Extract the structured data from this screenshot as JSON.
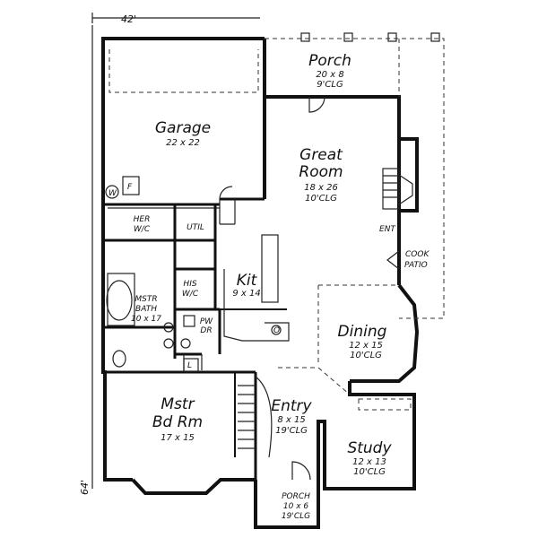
{
  "plan": {
    "dimension_width": "42'",
    "dimension_depth": "64'",
    "rooms": {
      "porch_rear": {
        "name": "Porch",
        "dims": "20 x 8",
        "ceiling": "9'CLG"
      },
      "garage": {
        "name": "Garage",
        "dims": "22 x 22"
      },
      "great_room": {
        "name_line1": "Great",
        "name_line2": "Room",
        "dims": "18 x 26",
        "ceiling": "10'CLG"
      },
      "her_wic": {
        "line1": "HER",
        "line2": "W/C"
      },
      "util": {
        "name": "UTIL"
      },
      "his_wic": {
        "line1": "HIS",
        "line2": "W/C"
      },
      "kit": {
        "name": "Kit",
        "dims": "9 x 14"
      },
      "mstr_bath": {
        "line1": "MSTR",
        "line2": "BATH",
        "dims": "10 x 17"
      },
      "pw_dr": {
        "line1": "PW",
        "line2": "DR"
      },
      "dining": {
        "name": "Dining",
        "dims": "12 x 15",
        "ceiling": "10'CLG"
      },
      "mstr_bd": {
        "line1": "Mstr",
        "line2": "Bd Rm",
        "dims": "17 x 15"
      },
      "entry": {
        "name": "Entry",
        "dims": "8 x 15",
        "ceiling": "19'CLG"
      },
      "study": {
        "name": "Study",
        "dims": "12 x 13",
        "ceiling": "10'CLG"
      },
      "porch_front": {
        "name": "PORCH",
        "dims": "10 x 6",
        "ceiling": "19'CLG"
      }
    },
    "labels": {
      "ent": "ENT",
      "cook_patio_1": "COOK",
      "cook_patio_2": "PATIO",
      "washer": "W",
      "furnace": "F",
      "linen": "L",
      "oven": "O"
    }
  }
}
